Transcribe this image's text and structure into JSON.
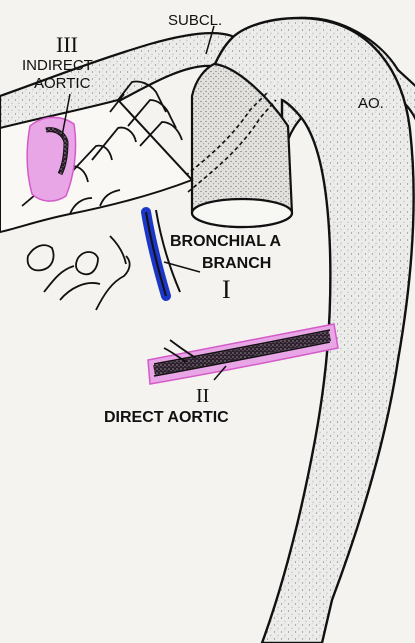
{
  "colors": {
    "paper": "#f4f3ef",
    "ink": "#111111",
    "vessel_fill": "#ececea",
    "stipple": "#7a7a78",
    "pink_highlight": "#e9a6e6",
    "pink_dark": "#d55ac9",
    "blue_highlight": "#1c36c7",
    "anastomosis_fill": "#2a1f2a"
  },
  "labels": {
    "subclavian": "SUBCL.",
    "aorta": "AO.",
    "indirect_numeral": "III",
    "indirect_line1": "INDIRECT",
    "indirect_line2": "AORTIC",
    "bronchial_line1": "BRONCHIAL A",
    "bronchial_line2": "BRANCH",
    "bronchial_numeral": "I",
    "direct_numeral": "II",
    "direct_label": "DIRECT AORTIC"
  },
  "icons": {
    "subclavian_pointer": "leader-line",
    "indirect_pointer": "leader-line",
    "bronchial_pointer": "leader-line",
    "direct_pointer": "leader-line"
  }
}
